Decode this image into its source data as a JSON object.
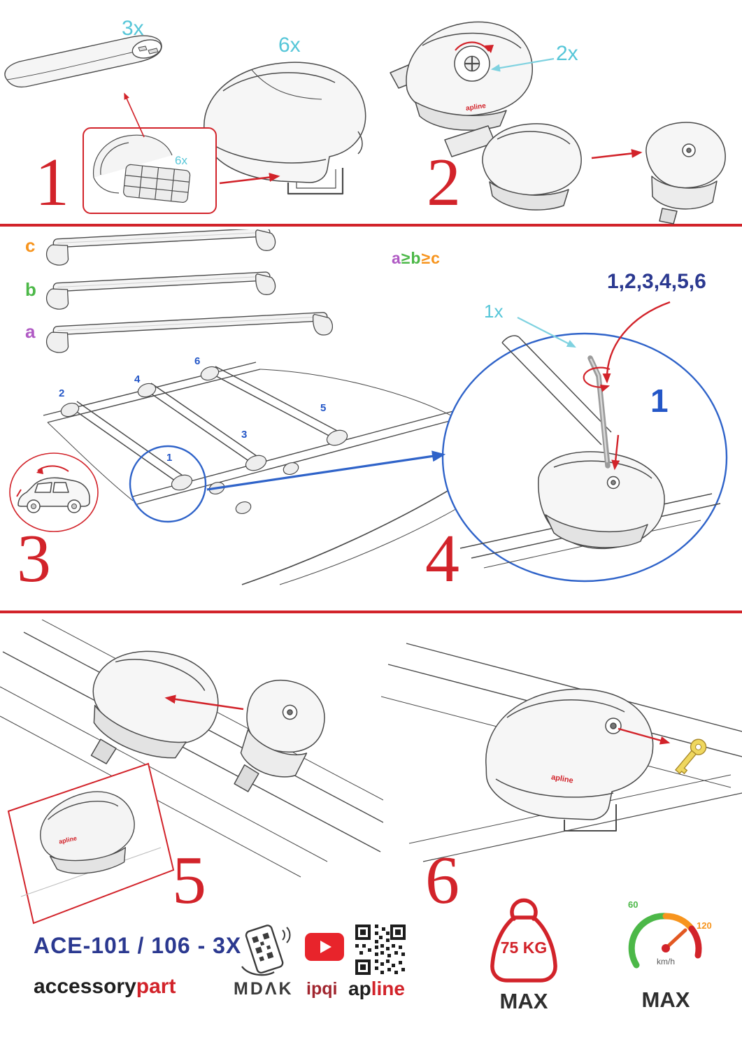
{
  "colors": {
    "red": "#d2232a",
    "cyan": "#56c6d8",
    "navy": "#2b3990",
    "blue": "#2f63c9",
    "orange": "#f7941d",
    "green": "#4cb848",
    "purple": "#b05ac4",
    "ink": "#3c3c3c"
  },
  "brand": {
    "small": "apline"
  },
  "step1": {
    "number": "1",
    "bar_qty": "3x",
    "foot_qty": "6x",
    "pad_qty": "6x"
  },
  "step2": {
    "number": "2",
    "knob_qty": "2x"
  },
  "step3": {
    "number": "3",
    "labels": {
      "a": "a",
      "b": "b",
      "c": "c"
    },
    "positions": {
      "p1": "1",
      "p2": "2",
      "p3": "3",
      "p4": "4",
      "p5": "5",
      "p6": "6"
    }
  },
  "step4": {
    "number": "4",
    "rule": {
      "a": "a",
      "ge1": "≥",
      "b": "b",
      "ge2": "≥",
      "c": "c"
    },
    "sequence": "1,2,3,4,5,6",
    "tool_qty": "1x",
    "callout": "1"
  },
  "step5": {
    "number": "5"
  },
  "step6": {
    "number": "6"
  },
  "footer": {
    "model": "ACE-101 / 106 - 3X",
    "logo_accessory": "accessory",
    "logo_part": "part",
    "mdak": "MDΛK",
    "ipqi": "ipqi",
    "apline_ap": "ap",
    "apline_line": "line",
    "max_load": "75 KG",
    "max_load_label": "MAX",
    "speed_low": "60",
    "speed_high": "120",
    "speed_unit": "km/h",
    "speed_label": "MAX"
  }
}
